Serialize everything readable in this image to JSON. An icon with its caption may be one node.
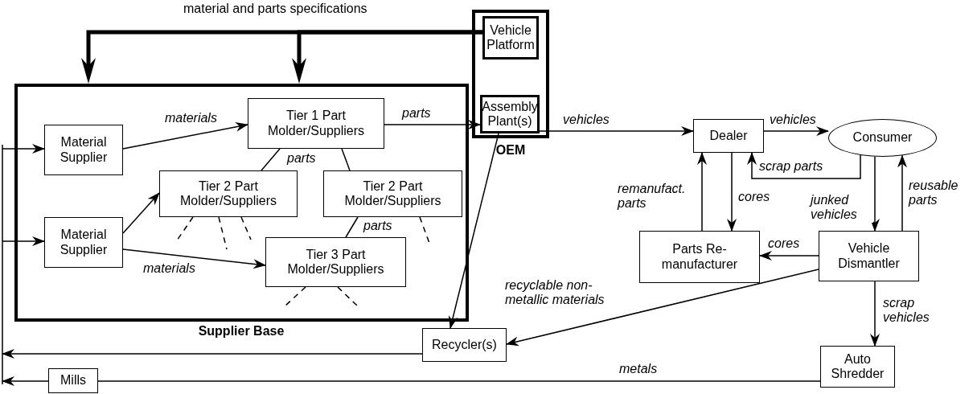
{
  "diagram": {
    "nodes": [
      {
        "text": [
          "OEM"
        ]
      },
      {
        "text": [
          "Vehicle Platform"
        ],
        "in": 0
      },
      {
        "text": [
          "Assembly Plant(s)"
        ],
        "in": 0
      },
      {
        "text": [
          "Supplier Base"
        ]
      },
      {
        "text": [
          "Material Supplier"
        ],
        "in": 3
      },
      {
        "text": [
          "Tier 1 Part Molder/Suppliers"
        ],
        "in": 3
      },
      {
        "text": [
          "Tier 2 Part Molder/Suppliers"
        ],
        "in": 3
      },
      {
        "text": [
          "Tier 2 Part Molder/Suppliers"
        ],
        "in": 3
      },
      {
        "text": [
          "Material Supplier"
        ],
        "in": 3
      },
      {
        "text": [
          "Tier 3 Part Molder/Suppliers"
        ],
        "in": 3
      },
      {
        "text": [
          "Dealer"
        ]
      },
      {
        "text": [
          "Consumer"
        ]
      },
      {
        "text": [
          "Parts Re-manufacturer"
        ]
      },
      {
        "text": [
          "Vehicle Dismantler"
        ]
      },
      {
        "text": [
          "Recycler(s)"
        ]
      },
      {
        "text": [
          "Auto Shredder"
        ]
      },
      {
        "text": [
          "Mills"
        ]
      }
    ],
    "edges": [
      {
        "from": 1,
        "to": 3,
        "arrow": "to",
        "style": "thick",
        "label": "material and parts specifications"
      },
      {
        "from": 1,
        "to": 3,
        "arrow": "to",
        "style": "thick"
      },
      {
        "from": 4,
        "to": 5,
        "arrow": "to",
        "label": "materials"
      },
      {
        "from": 5,
        "to": 2,
        "arrow": "to",
        "label": "parts"
      },
      {
        "from": 5,
        "to": 6,
        "arrow": "none",
        "label": "parts"
      },
      {
        "from": 5,
        "to": 7,
        "arrow": "none"
      },
      {
        "from": 7,
        "to": 9,
        "arrow": "none",
        "label": "parts"
      },
      {
        "from": 8,
        "to": 6,
        "arrow": "to"
      },
      {
        "from": 8,
        "to": 9,
        "arrow": "to",
        "label": "materials"
      },
      {
        "from": 6,
        "to": null,
        "arrow": "none",
        "style": "dashed"
      },
      {
        "from": 6,
        "to": null,
        "arrow": "none",
        "style": "dashed"
      },
      {
        "from": 6,
        "to": null,
        "arrow": "none",
        "style": "dashed"
      },
      {
        "from": 7,
        "to": null,
        "arrow": "none",
        "style": "dashed"
      },
      {
        "from": 9,
        "to": null,
        "arrow": "none",
        "style": "dashed"
      },
      {
        "from": 9,
        "to": null,
        "arrow": "none",
        "style": "dashed"
      },
      {
        "from": 2,
        "to": 10,
        "arrow": "to",
        "label": "vehicles"
      },
      {
        "from": 10,
        "to": 11,
        "arrow": "to",
        "label": "vehicles"
      },
      {
        "from": 11,
        "to": 10,
        "arrow": "to",
        "label": "scrap parts"
      },
      {
        "from": 12,
        "to": 10,
        "arrow": "to",
        "label": "remanufact. parts"
      },
      {
        "from": 10,
        "to": 12,
        "arrow": "to",
        "label": "cores"
      },
      {
        "from": 11,
        "to": 13,
        "arrow": "to",
        "label": "junked vehicles"
      },
      {
        "from": 13,
        "to": 11,
        "arrow": "to",
        "label": "reusable parts"
      },
      {
        "from": 13,
        "to": 12,
        "arrow": "to",
        "label": "cores"
      },
      {
        "from": 13,
        "to": 14,
        "arrow": "to"
      },
      {
        "from": 2,
        "to": 14,
        "arrow": "to",
        "label": "recyclable non-metallic materials"
      },
      {
        "from": 13,
        "to": 15,
        "arrow": "to",
        "label": "scrap vehicles"
      },
      {
        "from": 15,
        "to": 16,
        "arrow": "none",
        "label": "metals"
      },
      {
        "from": 16,
        "to": null,
        "arrow": "to"
      },
      {
        "from": 14,
        "to": null,
        "arrow": "to"
      },
      {
        "from": null,
        "to": 4,
        "arrow": "to"
      },
      {
        "from": null,
        "to": 8,
        "arrow": "to"
      }
    ]
  }
}
